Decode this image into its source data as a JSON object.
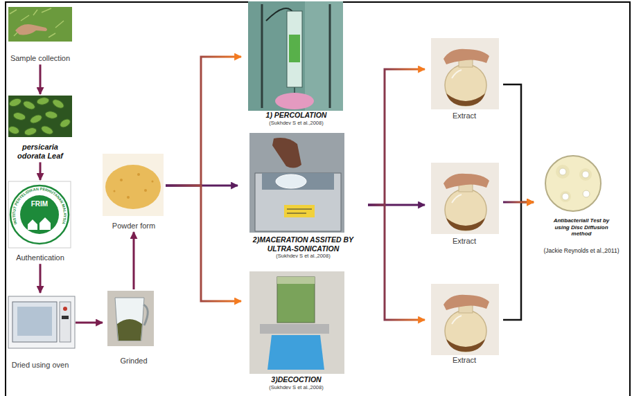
{
  "diagram": {
    "nodes": [
      {
        "text": [
          "Sample collection"
        ]
      },
      {
        "text": [
          "persicaria odorata Leaf"
        ]
      },
      {
        "text": [
          "Authentication"
        ]
      },
      {
        "text": [
          "Dried using oven"
        ]
      },
      {
        "text": [
          "Grinded"
        ]
      },
      {
        "text": [
          "Powder form"
        ]
      },
      {
        "text": [
          "1) PERCOLATION",
          "(Sukhdev S et al.,2008)"
        ]
      },
      {
        "text": [
          "2)MACERATION ASSITED BY ULTRA-SONICATION",
          "(Sukhdev S et al.,2008)"
        ]
      },
      {
        "text": [
          "3)DECOCTION",
          "(Sukhdev S et al.,2008)"
        ]
      },
      {
        "text": [
          "Extract"
        ]
      },
      {
        "text": [
          "Extract"
        ]
      },
      {
        "text": [
          "Extract"
        ]
      },
      {
        "text": [
          "Antibacteriall Test by using Disc Diffusion method",
          "(Jackie Reynolds et al.,2011)"
        ]
      }
    ],
    "edges": [
      {
        "from": 0,
        "to": 1,
        "arrow": "to"
      },
      {
        "from": 1,
        "to": 2,
        "arrow": "to"
      },
      {
        "from": 2,
        "to": 3,
        "arrow": "to"
      },
      {
        "from": 3,
        "to": 4,
        "arrow": "to"
      },
      {
        "from": 4,
        "to": 5,
        "arrow": "to"
      },
      {
        "from": 5,
        "to": 6,
        "arrow": "to"
      },
      {
        "from": 5,
        "to": 7,
        "arrow": "to"
      },
      {
        "from": 5,
        "to": 8,
        "arrow": "to"
      },
      {
        "from": 7,
        "to": 9,
        "arrow": "to"
      },
      {
        "from": 7,
        "to": 10,
        "arrow": "to"
      },
      {
        "from": 7,
        "to": 11,
        "arrow": "to"
      },
      {
        "from": 9,
        "to": 12,
        "arrow": "to"
      },
      {
        "from": 10,
        "to": 12,
        "arrow": "to"
      },
      {
        "from": 11,
        "to": 12,
        "arrow": "to"
      }
    ],
    "labels": [
      "FRIM",
      "INSTITUT PENYELIDIKAN PERHUTANAN MALAYSIA"
    ]
  }
}
